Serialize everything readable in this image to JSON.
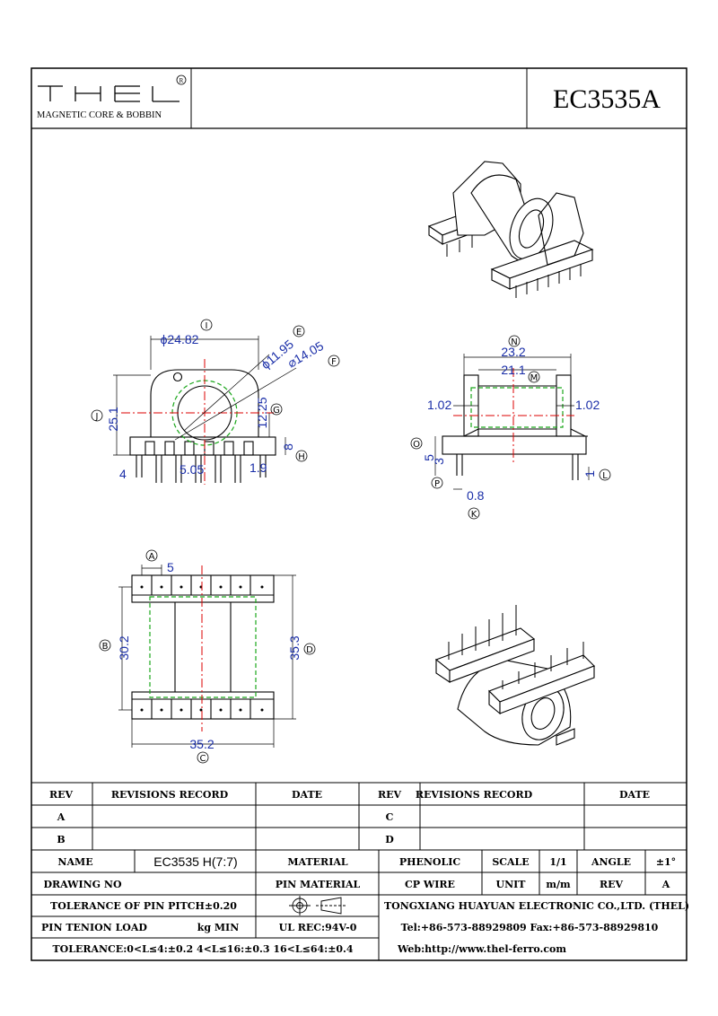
{
  "header": {
    "logo_text": "THEL",
    "logo_tagline": "MAGNETIC CORE & BOBBIN",
    "part_number": "EC3535A"
  },
  "front_view": {
    "dims": {
      "outer_dia": "ϕ24.82",
      "inner_dia": "ϕ11.95",
      "flange_dia": "⌀14.05",
      "height": "25.1",
      "center_h": "12.25",
      "pin_h": "8",
      "pin_off": "4",
      "pitch": "5.05",
      "pin_w": "1.9"
    },
    "labels": {
      "I": "I",
      "E": "E",
      "F": "F",
      "G": "G",
      "J": "J",
      "H": "H"
    }
  },
  "side_view": {
    "dims": {
      "outer": "23.2",
      "inner": "21.1",
      "wall_l": "1.02",
      "wall_r": "1.02",
      "h5": "5",
      "h3": "3",
      "pin_dia": "0.8",
      "pin_len": "1"
    },
    "labels": {
      "N": "N",
      "M": "M",
      "O": "O",
      "P": "P",
      "K": "K",
      "L": "L"
    }
  },
  "bottom_view": {
    "dims": {
      "pitch": "5",
      "span": "30.2",
      "total_h": "35.3",
      "width": "35.2"
    },
    "labels": {
      "A": "A",
      "B": "B",
      "C": "C",
      "D": "D"
    }
  },
  "title_block": {
    "rev": "REV",
    "revisions_record": "REVISIONS RECORD",
    "date": "DATE",
    "rev_a": "A",
    "rev_b": "B",
    "rev_c": "C",
    "rev_d": "D",
    "name_label": "NAME",
    "name_value": "EC3535 H(7:7)",
    "material_label": "MATERIAL",
    "material_value": "PHENOLIC",
    "scale_label": "SCALE",
    "scale_value": "1/1",
    "angle_label": "ANGLE",
    "angle_value": "±1°",
    "drawing_no_label": "DRAWING NO",
    "pin_material_label": "PIN MATERIAL",
    "pin_material_value": "CP WIRE",
    "unit_label": "UNIT",
    "unit_value": "m/m",
    "rev_label": "REV",
    "rev_value": "A",
    "tol_pitch": "TOLERANCE OF PIN PITCH±0.20",
    "company": "TONGXIANG HUAYUAN ELECTRONIC CO.,LTD.  (THEL)",
    "pin_tension": "PIN TENION LOAD",
    "kg_min": "kg MIN",
    "ul_rec": "UL REC:94V-0",
    "tel_fax": "Tel:+86-573-88929809 Fax:+86-573-88929810",
    "tolerance": "TOLERANCE:0<L≤4:±0.2  4<L≤16:±0.3  16<L≤64:±0.4",
    "web": "Web:http://www.thel-ferro.com"
  }
}
